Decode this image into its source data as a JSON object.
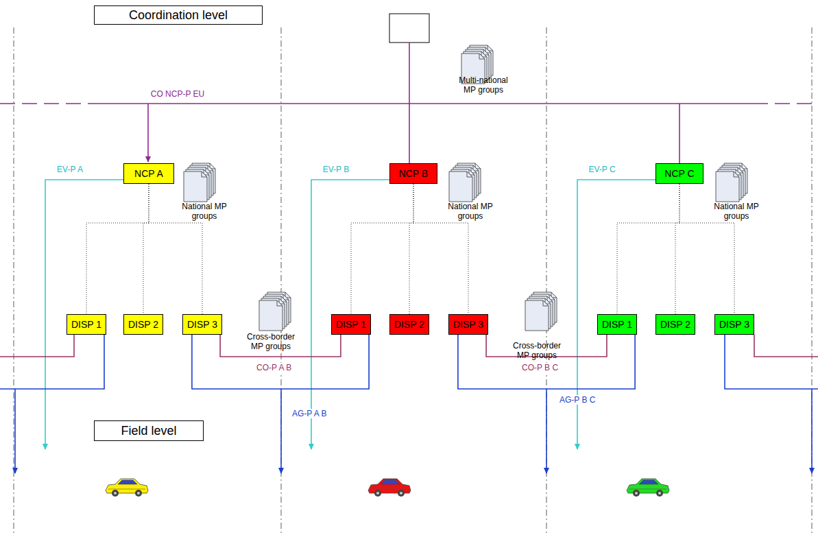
{
  "diagram": {
    "nodes": [
      {
        "text": [
          "Coordination level"
        ]
      },
      {
        "text": [
          "NCP A"
        ]
      },
      {
        "text": [
          "NCP B"
        ]
      },
      {
        "text": [
          "NCP C"
        ]
      },
      {
        "text": [
          "DISP 1"
        ]
      },
      {
        "text": [
          "DISP 2"
        ]
      },
      {
        "text": [
          "DISP 3"
        ]
      },
      {
        "text": [
          "DISP 1"
        ]
      },
      {
        "text": [
          "DISP 2"
        ]
      },
      {
        "text": [
          "DISP 3"
        ]
      },
      {
        "text": [
          "DISP 1"
        ]
      },
      {
        "text": [
          "DISP 2"
        ]
      },
      {
        "text": [
          "DISP 3"
        ]
      },
      {
        "text": [
          "Field level"
        ]
      }
    ],
    "edges": [
      {
        "from": 1,
        "to": 4,
        "arrow": "none"
      },
      {
        "from": 1,
        "to": 5,
        "arrow": "none"
      },
      {
        "from": 1,
        "to": 6,
        "arrow": "none"
      },
      {
        "from": 2,
        "to": 7,
        "arrow": "none"
      },
      {
        "from": 2,
        "to": 8,
        "arrow": "none"
      },
      {
        "from": 2,
        "to": 9,
        "arrow": "none"
      },
      {
        "from": 3,
        "to": 10,
        "arrow": "none"
      },
      {
        "from": 3,
        "to": 11,
        "arrow": "none"
      },
      {
        "from": 3,
        "to": 12,
        "arrow": "none"
      },
      {
        "from": 6,
        "to": 7,
        "label": "CO-P A B",
        "arrow": "none"
      },
      {
        "from": 9,
        "to": 10,
        "label": "CO-P B C",
        "arrow": "none"
      },
      {
        "from": 6,
        "to": 7,
        "label": "AG-P A B",
        "arrow": "none"
      },
      {
        "from": 9,
        "to": 10,
        "label": "AG-P B C",
        "arrow": "none"
      }
    ],
    "labels": [
      "CO NCP-P EU",
      "Multi-national MP groups",
      "EV-P A",
      "National MP groups",
      "EV-P B",
      "National MP groups",
      "EV-P C",
      "National MP groups",
      "Cross-border MP groups",
      "Cross-border MP groups"
    ]
  }
}
